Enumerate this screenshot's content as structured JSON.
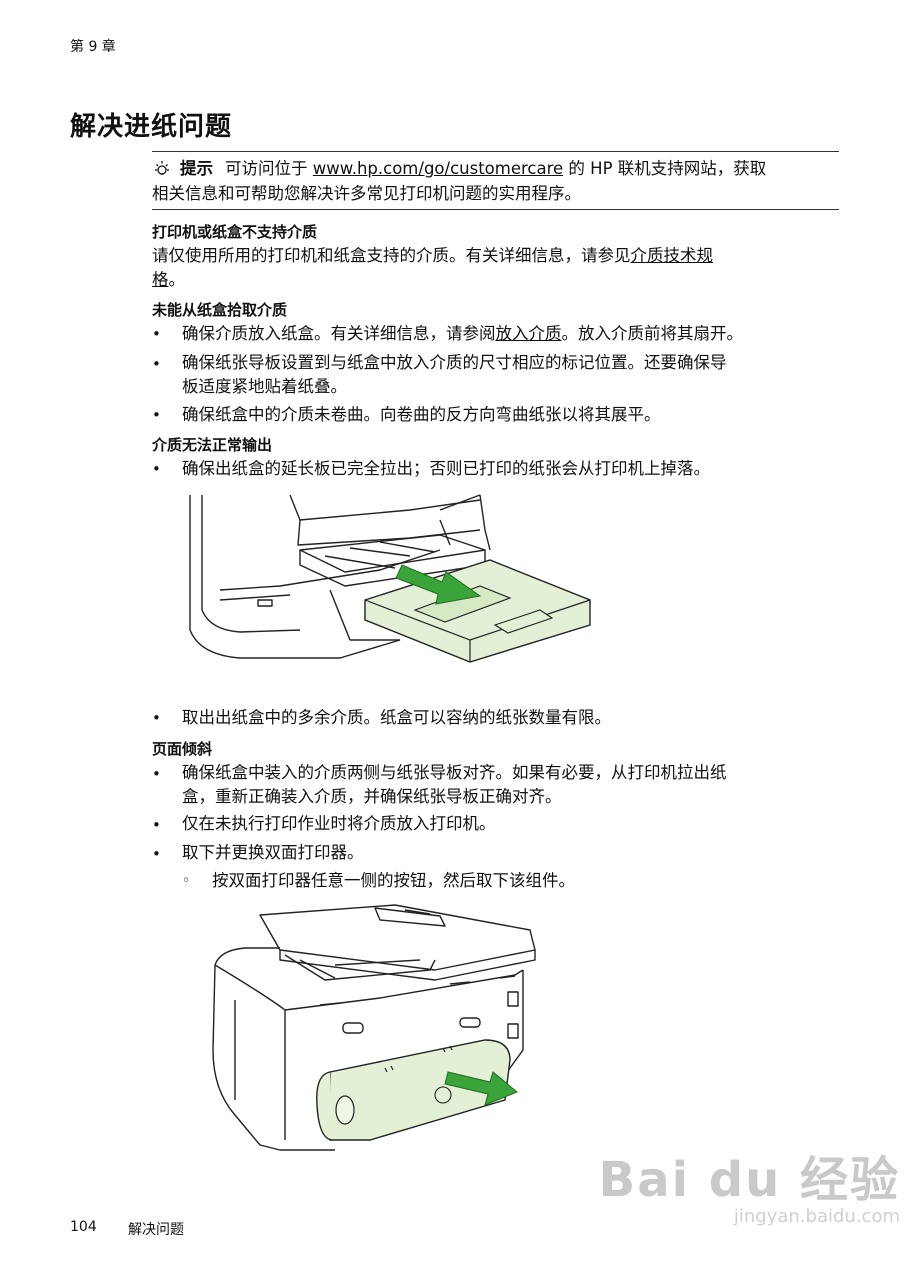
{
  "header": {
    "chapter": "第 9 章"
  },
  "page_title": "解决进纸问题",
  "tip": {
    "label": "提示",
    "text_before": "可访问位于",
    "link": "www.hp.com/go/customercare",
    "text_after": "的 HP 联机支持网站，获取",
    "line2": "相关信息和可帮助您解决许多常见打印机问题的实用程序。"
  },
  "section1": {
    "heading": "打印机或纸盒不支持介质",
    "text": "请仅使用所用的打印机和纸盒支持的介质。有关详细信息，请参见",
    "link_part1": "介质技术规",
    "link_part2": "格",
    "text_end": "。"
  },
  "section2": {
    "heading": "未能从纸盒拾取介质",
    "b1_before": "确保介质放入纸盒。有关详细信息，请参阅",
    "b1_link": "放入介质",
    "b1_after": "。放入介质前将其扇开。",
    "b2_line1": "确保纸张导板设置到与纸盒中放入介质的尺寸相应的标记位置。还要确保导",
    "b2_line2": "板适度紧地贴着纸叠。",
    "b3": "确保纸盒中的介质未卷曲。向卷曲的反方向弯曲纸张以将其展平。"
  },
  "section3": {
    "heading": "介质无法正常输出",
    "b1": "确保出纸盒的延长板已完全拉出；否则已打印的纸张会从打印机上掉落。",
    "b2": "取出出纸盒中的多余介质。纸盒可以容纳的纸张数量有限。"
  },
  "section4": {
    "heading": "页面倾斜",
    "b1_line1": "确保纸盒中装入的介质两侧与纸张导板对齐。如果有必要，从打印机拉出纸",
    "b1_line2": "盒，重新正确装入介质，并确保纸张导板正确对齐。",
    "b2": "仅在未执行打印作业时将介质放入打印机。",
    "b3": "取下并更换双面打印器。",
    "sub1": "按双面打印器任意一侧的按钮，然后取下该组件。"
  },
  "bullet_char": "•",
  "sub_bullet_char": "◦",
  "footer": {
    "page_number": "104",
    "section": "解决问题"
  },
  "watermark": {
    "brand": "Bai du 经验",
    "url": "jingyan.baidu.com"
  },
  "colors": {
    "arrow_green": "#3aa33a",
    "tray_green": "#e3f0d6"
  }
}
